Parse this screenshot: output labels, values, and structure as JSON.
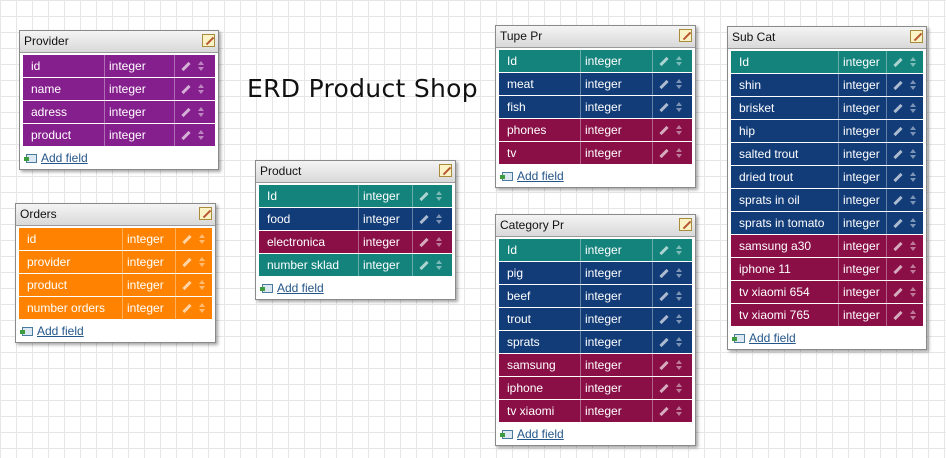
{
  "diagram_title": "ERD Product Shop",
  "colors": {
    "purple": "#861f8e",
    "orange": "#ff8300",
    "teal": "#13837c",
    "blue": "#123c78",
    "crimson": "#890f46"
  },
  "add_field_label": "Add field",
  "entities": {
    "provider": {
      "name": "Provider",
      "fields": [
        {
          "name": "id",
          "type": "integer",
          "color": "purple"
        },
        {
          "name": "name",
          "type": "integer",
          "color": "purple"
        },
        {
          "name": "adress",
          "type": "integer",
          "color": "purple"
        },
        {
          "name": "product",
          "type": "integer",
          "color": "purple"
        }
      ]
    },
    "orders": {
      "name": "Orders",
      "fields": [
        {
          "name": "id",
          "type": "integer",
          "color": "orange"
        },
        {
          "name": "provider",
          "type": "integer",
          "color": "orange"
        },
        {
          "name": "product",
          "type": "integer",
          "color": "orange"
        },
        {
          "name": "number orders",
          "type": "integer",
          "color": "orange"
        }
      ]
    },
    "product": {
      "name": "Product",
      "fields": [
        {
          "name": "Id",
          "type": "integer",
          "color": "teal"
        },
        {
          "name": "food",
          "type": "integer",
          "color": "blue"
        },
        {
          "name": "electronica",
          "type": "integer",
          "color": "crimson"
        },
        {
          "name": "number sklad",
          "type": "integer",
          "color": "teal"
        }
      ]
    },
    "tupe_pr": {
      "name": "Tupe Pr",
      "fields": [
        {
          "name": "Id",
          "type": "integer",
          "color": "teal"
        },
        {
          "name": "meat",
          "type": "integer",
          "color": "blue"
        },
        {
          "name": "fish",
          "type": "integer",
          "color": "blue"
        },
        {
          "name": "phones",
          "type": "integer",
          "color": "crimson"
        },
        {
          "name": "tv",
          "type": "integer",
          "color": "crimson"
        }
      ]
    },
    "category_pr": {
      "name": "Category Pr",
      "fields": [
        {
          "name": "Id",
          "type": "integer",
          "color": "teal"
        },
        {
          "name": "pig",
          "type": "integer",
          "color": "blue"
        },
        {
          "name": "beef",
          "type": "integer",
          "color": "blue"
        },
        {
          "name": "trout",
          "type": "integer",
          "color": "blue"
        },
        {
          "name": "sprats",
          "type": "integer",
          "color": "blue"
        },
        {
          "name": "samsung",
          "type": "integer",
          "color": "crimson"
        },
        {
          "name": "iphone",
          "type": "integer",
          "color": "crimson"
        },
        {
          "name": "tv xiaomi",
          "type": "integer",
          "color": "crimson"
        }
      ]
    },
    "sub_cat": {
      "name": "Sub Cat",
      "fields": [
        {
          "name": "Id",
          "type": "integer",
          "color": "teal"
        },
        {
          "name": "shin",
          "type": "integer",
          "color": "blue"
        },
        {
          "name": "brisket",
          "type": "integer",
          "color": "blue"
        },
        {
          "name": "hip",
          "type": "integer",
          "color": "blue"
        },
        {
          "name": "salted trout",
          "type": "integer",
          "color": "blue"
        },
        {
          "name": "dried trout",
          "type": "integer",
          "color": "blue"
        },
        {
          "name": "sprats in oil",
          "type": "integer",
          "color": "blue"
        },
        {
          "name": "sprats in tomato",
          "type": "integer",
          "color": "blue"
        },
        {
          "name": "samsung a30",
          "type": "integer",
          "color": "crimson"
        },
        {
          "name": "iphone 11",
          "type": "integer",
          "color": "crimson"
        },
        {
          "name": "tv xiaomi 654",
          "type": "integer",
          "color": "crimson"
        },
        {
          "name": "tv xiaomi 765",
          "type": "integer",
          "color": "crimson"
        }
      ]
    }
  }
}
